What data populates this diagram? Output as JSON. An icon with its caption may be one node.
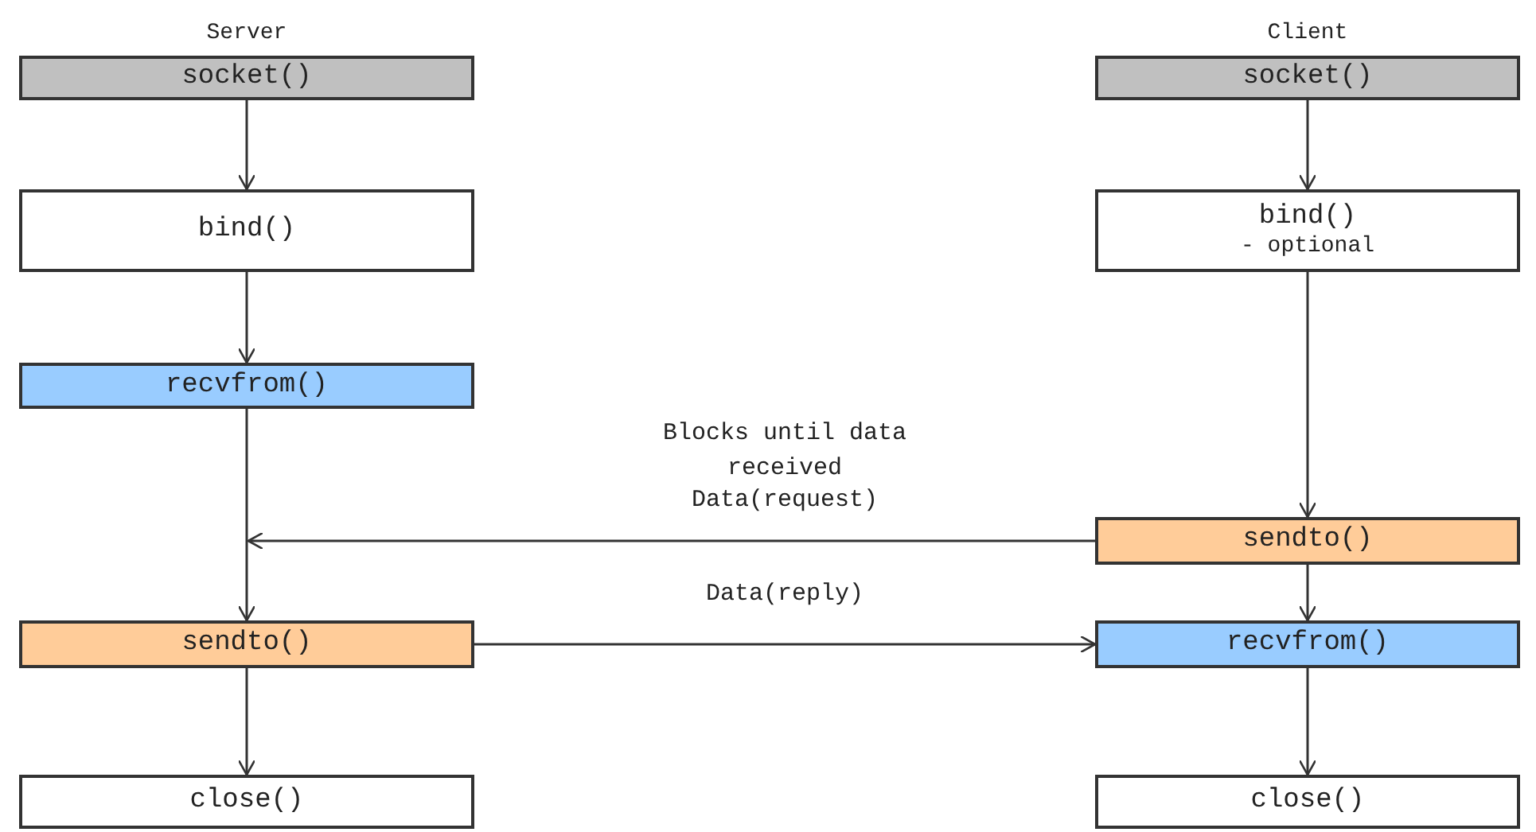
{
  "diagram": {
    "nodes": [
      {
        "text": [
          "socket()"
        ],
        "beside": [
          "Server"
        ]
      },
      {
        "text": [
          "bind()"
        ]
      },
      {
        "text": [
          "recvfrom()"
        ]
      },
      {
        "text": [
          "sendto()"
        ]
      },
      {
        "text": [
          "close()"
        ]
      },
      {
        "text": [
          "socket()"
        ],
        "beside": [
          "Client"
        ]
      },
      {
        "text": [
          "bind()",
          "- optional"
        ]
      },
      {
        "text": [
          "sendto()"
        ]
      },
      {
        "text": [
          "recvfrom()"
        ]
      },
      {
        "text": [
          "close()"
        ]
      }
    ],
    "edges": [
      {
        "from": 0,
        "to": 1,
        "arrow": "to"
      },
      {
        "from": 1,
        "to": 2,
        "arrow": "to"
      },
      {
        "from": 2,
        "to": 3,
        "arrow": "to"
      },
      {
        "from": 3,
        "to": 4,
        "arrow": "to"
      },
      {
        "from": 5,
        "to": 6,
        "arrow": "to"
      },
      {
        "from": 6,
        "to": 7,
        "arrow": "to"
      },
      {
        "from": 7,
        "to": 8,
        "arrow": "to"
      },
      {
        "from": 8,
        "to": 9,
        "arrow": "to"
      },
      {
        "from": 7,
        "to": null,
        "arrow": "to",
        "label": "Data(request)"
      },
      {
        "from": 3,
        "to": 8,
        "arrow": "to",
        "label": "Data(reply)"
      }
    ],
    "labels": [
      "Blocks until data received"
    ]
  }
}
